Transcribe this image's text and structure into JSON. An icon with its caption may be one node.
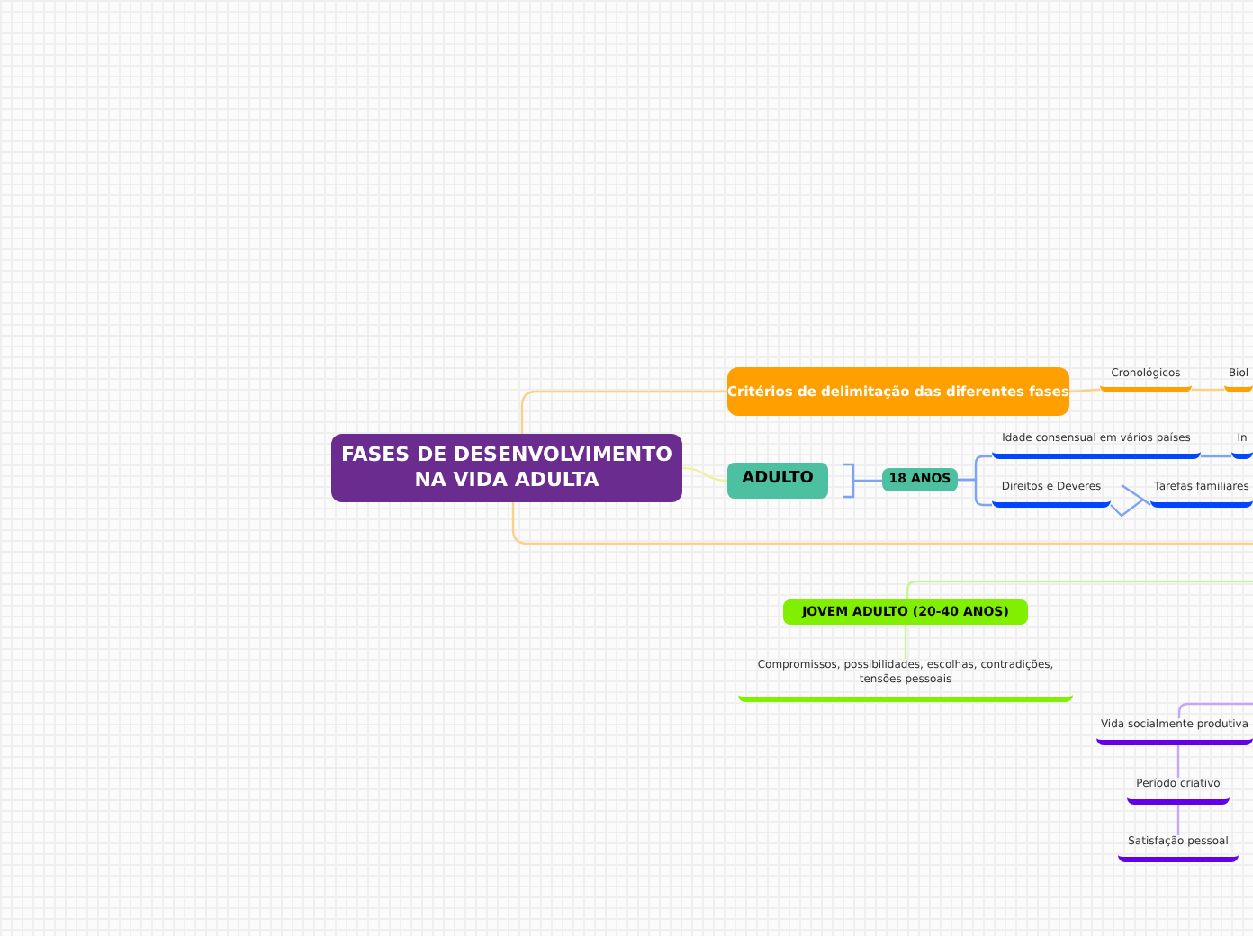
{
  "diagram": {
    "nodes": [
      {
        "text": [
          "FASES DE DESENVOLVIMENTO NA VIDA ADULTA"
        ]
      },
      {
        "text": [
          "Critérios de delimitação das diferentes fases"
        ]
      },
      {
        "text": [
          "Cronológicos"
        ]
      },
      {
        "text": [
          "Biol"
        ]
      },
      {
        "text": [
          "ADULTO"
        ]
      },
      {
        "text": [
          "18 ANOS"
        ]
      },
      {
        "text": [
          "Idade consensual em vários países"
        ]
      },
      {
        "text": [
          "In"
        ]
      },
      {
        "text": [
          "Direitos e Deveres"
        ]
      },
      {
        "text": [
          "Tarefas familiares"
        ]
      },
      {
        "text": [
          "JOVEM ADULTO (20-40 ANOS)"
        ]
      },
      {
        "text": [
          "Compromissos, possibilidades, escolhas, contradições, tensões pessoais"
        ]
      },
      {
        "text": [
          "Vida socialmente produtiva"
        ]
      },
      {
        "text": [
          "Período criativo"
        ]
      },
      {
        "text": [
          "Satisfação pessoal"
        ]
      }
    ],
    "edges": [
      {
        "from": 0,
        "to": 1,
        "arrow": "none",
        "color": "#fdd08a"
      },
      {
        "from": 1,
        "to": 2,
        "arrow": "none",
        "color": "#fdd08a"
      },
      {
        "from": 2,
        "to": 3,
        "arrow": "none",
        "color": "#fdd08a"
      },
      {
        "from": 0,
        "to": 4,
        "arrow": "none",
        "color": "#eef29a"
      },
      {
        "from": 4,
        "to": 5,
        "arrow": "none"
      },
      {
        "from": 5,
        "to": 6,
        "arrow": "none"
      },
      {
        "from": 5,
        "to": 8,
        "arrow": "none"
      },
      {
        "from": 6,
        "to": 7,
        "arrow": "none"
      },
      {
        "from": 8,
        "to": 9,
        "arrow": "none"
      },
      {
        "from": 0,
        "to": null,
        "arrow": "none",
        "color": "#fdd08a"
      },
      {
        "from": null,
        "to": 10,
        "arrow": "none",
        "color": "#c6f59a"
      },
      {
        "from": 10,
        "to": 11,
        "arrow": "none",
        "color": "#c6f59a"
      },
      {
        "from": null,
        "to": 12,
        "arrow": "none",
        "color": "#c5a8f5"
      },
      {
        "from": 12,
        "to": 13,
        "arrow": "none",
        "color": "#c5a8f5"
      },
      {
        "from": 13,
        "to": 14,
        "arrow": "none",
        "color": "#c5a8f5"
      }
    ]
  }
}
